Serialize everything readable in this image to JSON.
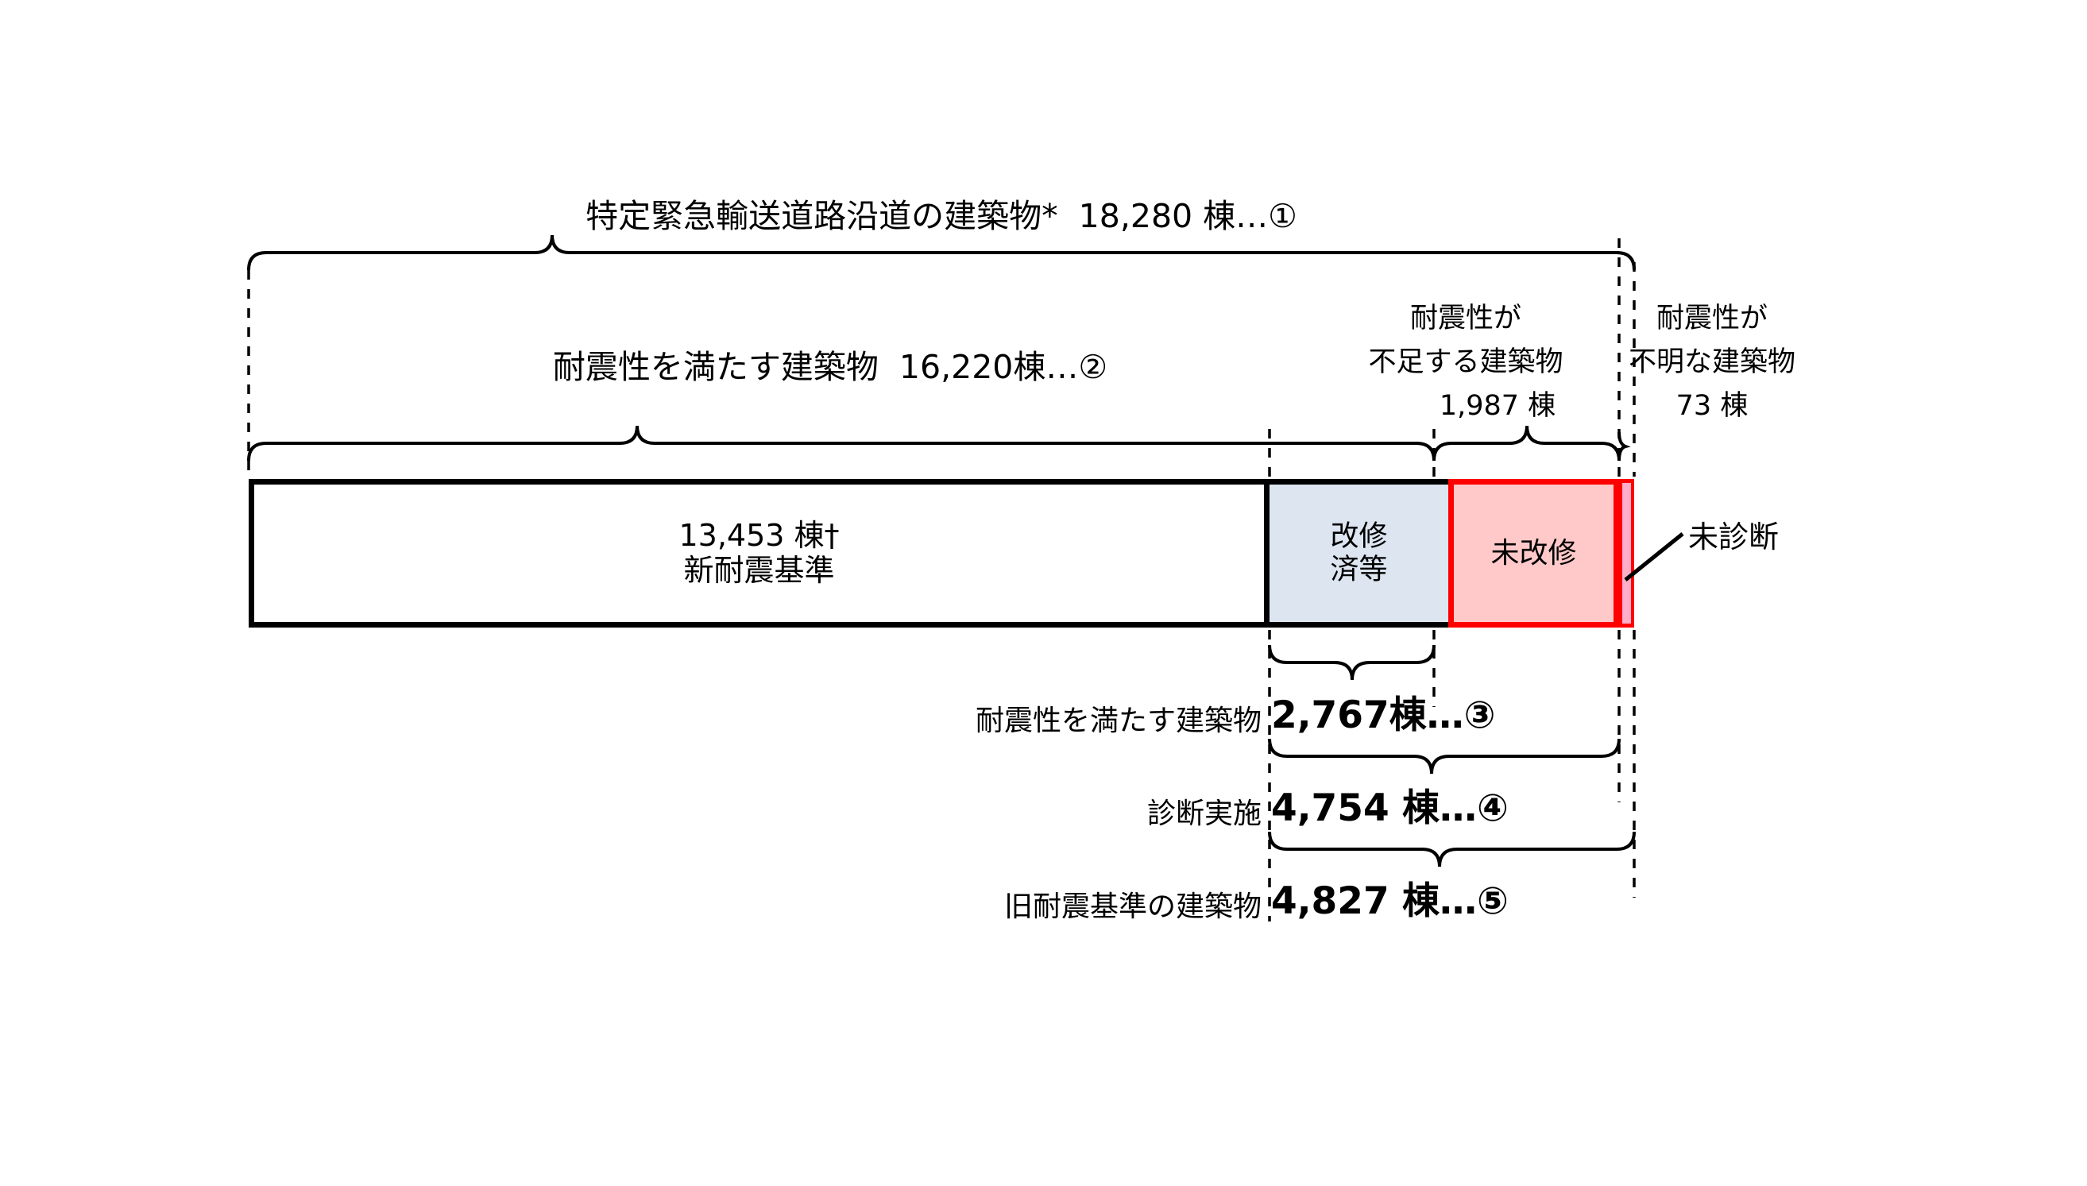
{
  "diagram": {
    "title_top": "特定緊急輸送道路沿道の建築物*  18,280 棟…①",
    "row2_label": "耐震性を満たす建築物  16,220棟…②",
    "right_group_a": {
      "line1": "耐震性が",
      "line2": "不足する建築物",
      "line3": "1,987 棟"
    },
    "right_group_b": {
      "line1": "耐震性が",
      "line2": "不明な建築物",
      "line3": "73 棟"
    },
    "bar_segments": [
      {
        "id": "new-standard",
        "line1": "13,453  棟†",
        "line2": "新耐震基準",
        "fill": "#ffffff",
        "stroke": "#000000"
      },
      {
        "id": "repaired",
        "line1": "改修",
        "line2": "済等",
        "fill": "#dce5f0",
        "stroke": "#000000"
      },
      {
        "id": "unrepaired",
        "line1": "未改修",
        "line2": "",
        "fill": "#ffc9c9",
        "stroke": "#ff0000"
      },
      {
        "id": "undiagnosed",
        "line1": "",
        "line2": "",
        "fill": "#ffaec9",
        "stroke": "#ff0000"
      }
    ],
    "callout_undiagnosed": "未診断",
    "bottom_rows": [
      {
        "label": "耐震性を満たす建築物",
        "value": "2,767棟…③"
      },
      {
        "label": "診断実施",
        "value": "4,754 棟…④"
      },
      {
        "label": "旧耐震基準の建築物",
        "value": "4,827 棟…⑤"
      }
    ]
  },
  "chart_data": {
    "type": "bar",
    "title": "特定緊急輸送道路沿道の建築物 耐震化状況",
    "orientation": "horizontal-stacked",
    "total": 18280,
    "unit": "棟",
    "categories": [
      "新耐震基準",
      "改修済等",
      "未改修",
      "未診断"
    ],
    "values": [
      13453,
      2767,
      1987,
      73
    ],
    "colors": [
      "#ffffff",
      "#dce5f0",
      "#ffc9c9",
      "#ffaec9"
    ],
    "annotations": [
      {
        "ref": "①",
        "label": "特定緊急輸送道路沿道の建築物*",
        "value": 18280,
        "covers": [
          "新耐震基準",
          "改修済等",
          "未改修",
          "未診断"
        ]
      },
      {
        "ref": "②",
        "label": "耐震性を満たす建築物",
        "value": 16220,
        "covers": [
          "新耐震基準",
          "改修済等"
        ]
      },
      {
        "ref": "③",
        "label": "耐震性を満たす建築物",
        "value": 2767,
        "covers": [
          "改修済等"
        ]
      },
      {
        "ref": "④",
        "label": "診断実施",
        "value": 4754,
        "covers": [
          "改修済等",
          "未改修"
        ]
      },
      {
        "ref": "⑤",
        "label": "旧耐震基準の建築物",
        "value": 4827,
        "covers": [
          "改修済等",
          "未改修",
          "未診断"
        ]
      },
      {
        "ref": "",
        "label": "耐震性が不足する建築物",
        "value": 1987,
        "covers": [
          "未改修"
        ]
      },
      {
        "ref": "",
        "label": "耐震性が不明な建築物",
        "value": 73,
        "covers": [
          "未診断"
        ]
      }
    ],
    "grid": false,
    "legend": "none"
  }
}
